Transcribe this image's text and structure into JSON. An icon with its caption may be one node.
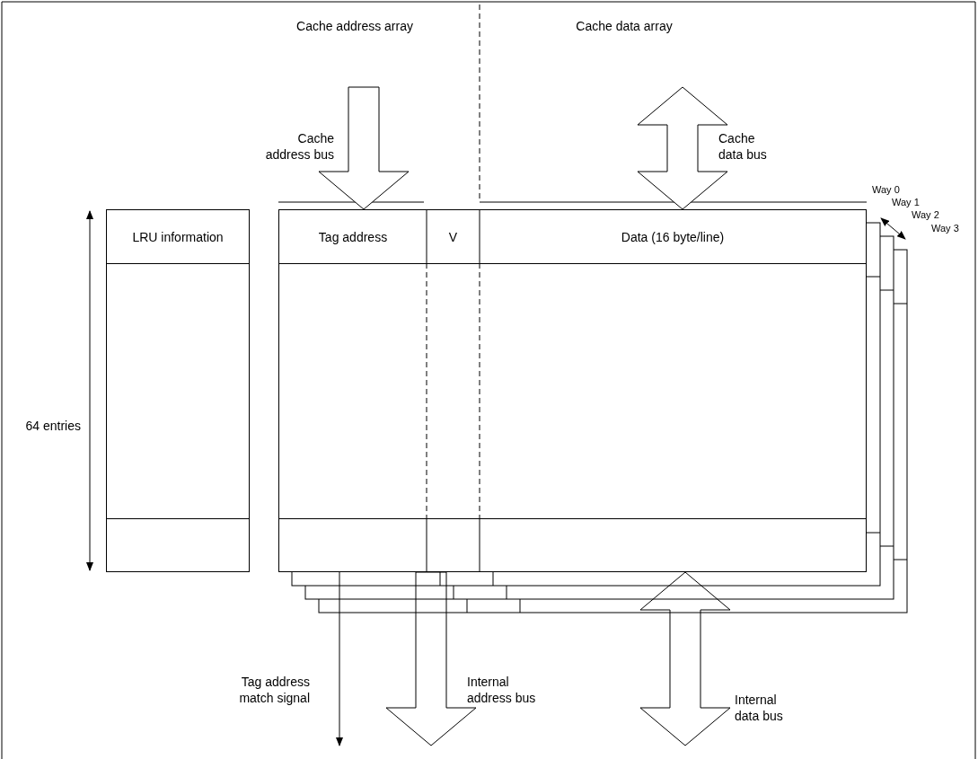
{
  "diagram": {
    "nodes": [
      {
        "text": [
          "LRU information"
        ]
      },
      {
        "text": [
          "Tag address"
        ]
      },
      {
        "text": [
          "V"
        ]
      },
      {
        "text": [
          "Data (16 byte/line)"
        ]
      }
    ],
    "edges": [
      {
        "from": null,
        "to": 1,
        "arrow": "to",
        "label": "Cache address bus",
        "style": "thick"
      },
      {
        "from": null,
        "to": 3,
        "arrow": "both",
        "label": "Cache data bus",
        "style": "thick"
      },
      {
        "from": 1,
        "to": null,
        "arrow": "to",
        "label": "Tag address match signal"
      },
      {
        "from": 1,
        "to": null,
        "arrow": "to",
        "label": "Internal address bus",
        "style": "thick"
      },
      {
        "from": 3,
        "to": null,
        "arrow": "both",
        "label": "Internal data bus",
        "style": "thick"
      }
    ],
    "labels": [
      "Cache address array",
      "Cache data array",
      "Way 0",
      "Way 1",
      "Way 2",
      "Way 3",
      "64 entries"
    ]
  }
}
